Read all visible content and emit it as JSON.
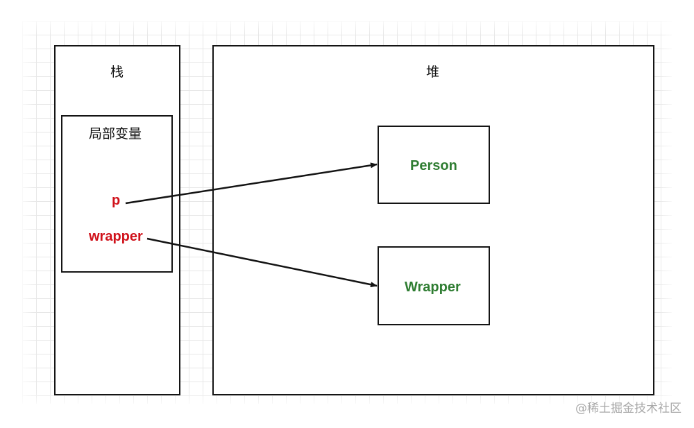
{
  "stack": {
    "title": "栈"
  },
  "local_vars": {
    "title": "局部变量",
    "items": [
      "p",
      "wrapper"
    ]
  },
  "heap": {
    "title": "堆",
    "objects": [
      "Person",
      "Wrapper"
    ]
  },
  "watermark": "@稀土掘金技术社区",
  "colors": {
    "variable": "#d0121b",
    "object": "#2f7d32",
    "border": "#141414",
    "grid": "#e7e7e7"
  }
}
